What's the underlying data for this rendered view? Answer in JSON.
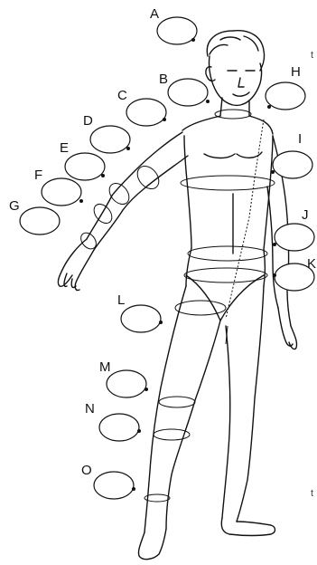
{
  "figure": {
    "labels": [
      "A",
      "B",
      "C",
      "D",
      "E",
      "F",
      "G",
      "H",
      "I",
      "J",
      "K",
      "L",
      "M",
      "N",
      "O"
    ],
    "edge_marks": [
      "t",
      "t"
    ]
  },
  "colors": {
    "ink": "#111111",
    "background": "#ffffff",
    "bubble_fill": "#ffffff"
  }
}
